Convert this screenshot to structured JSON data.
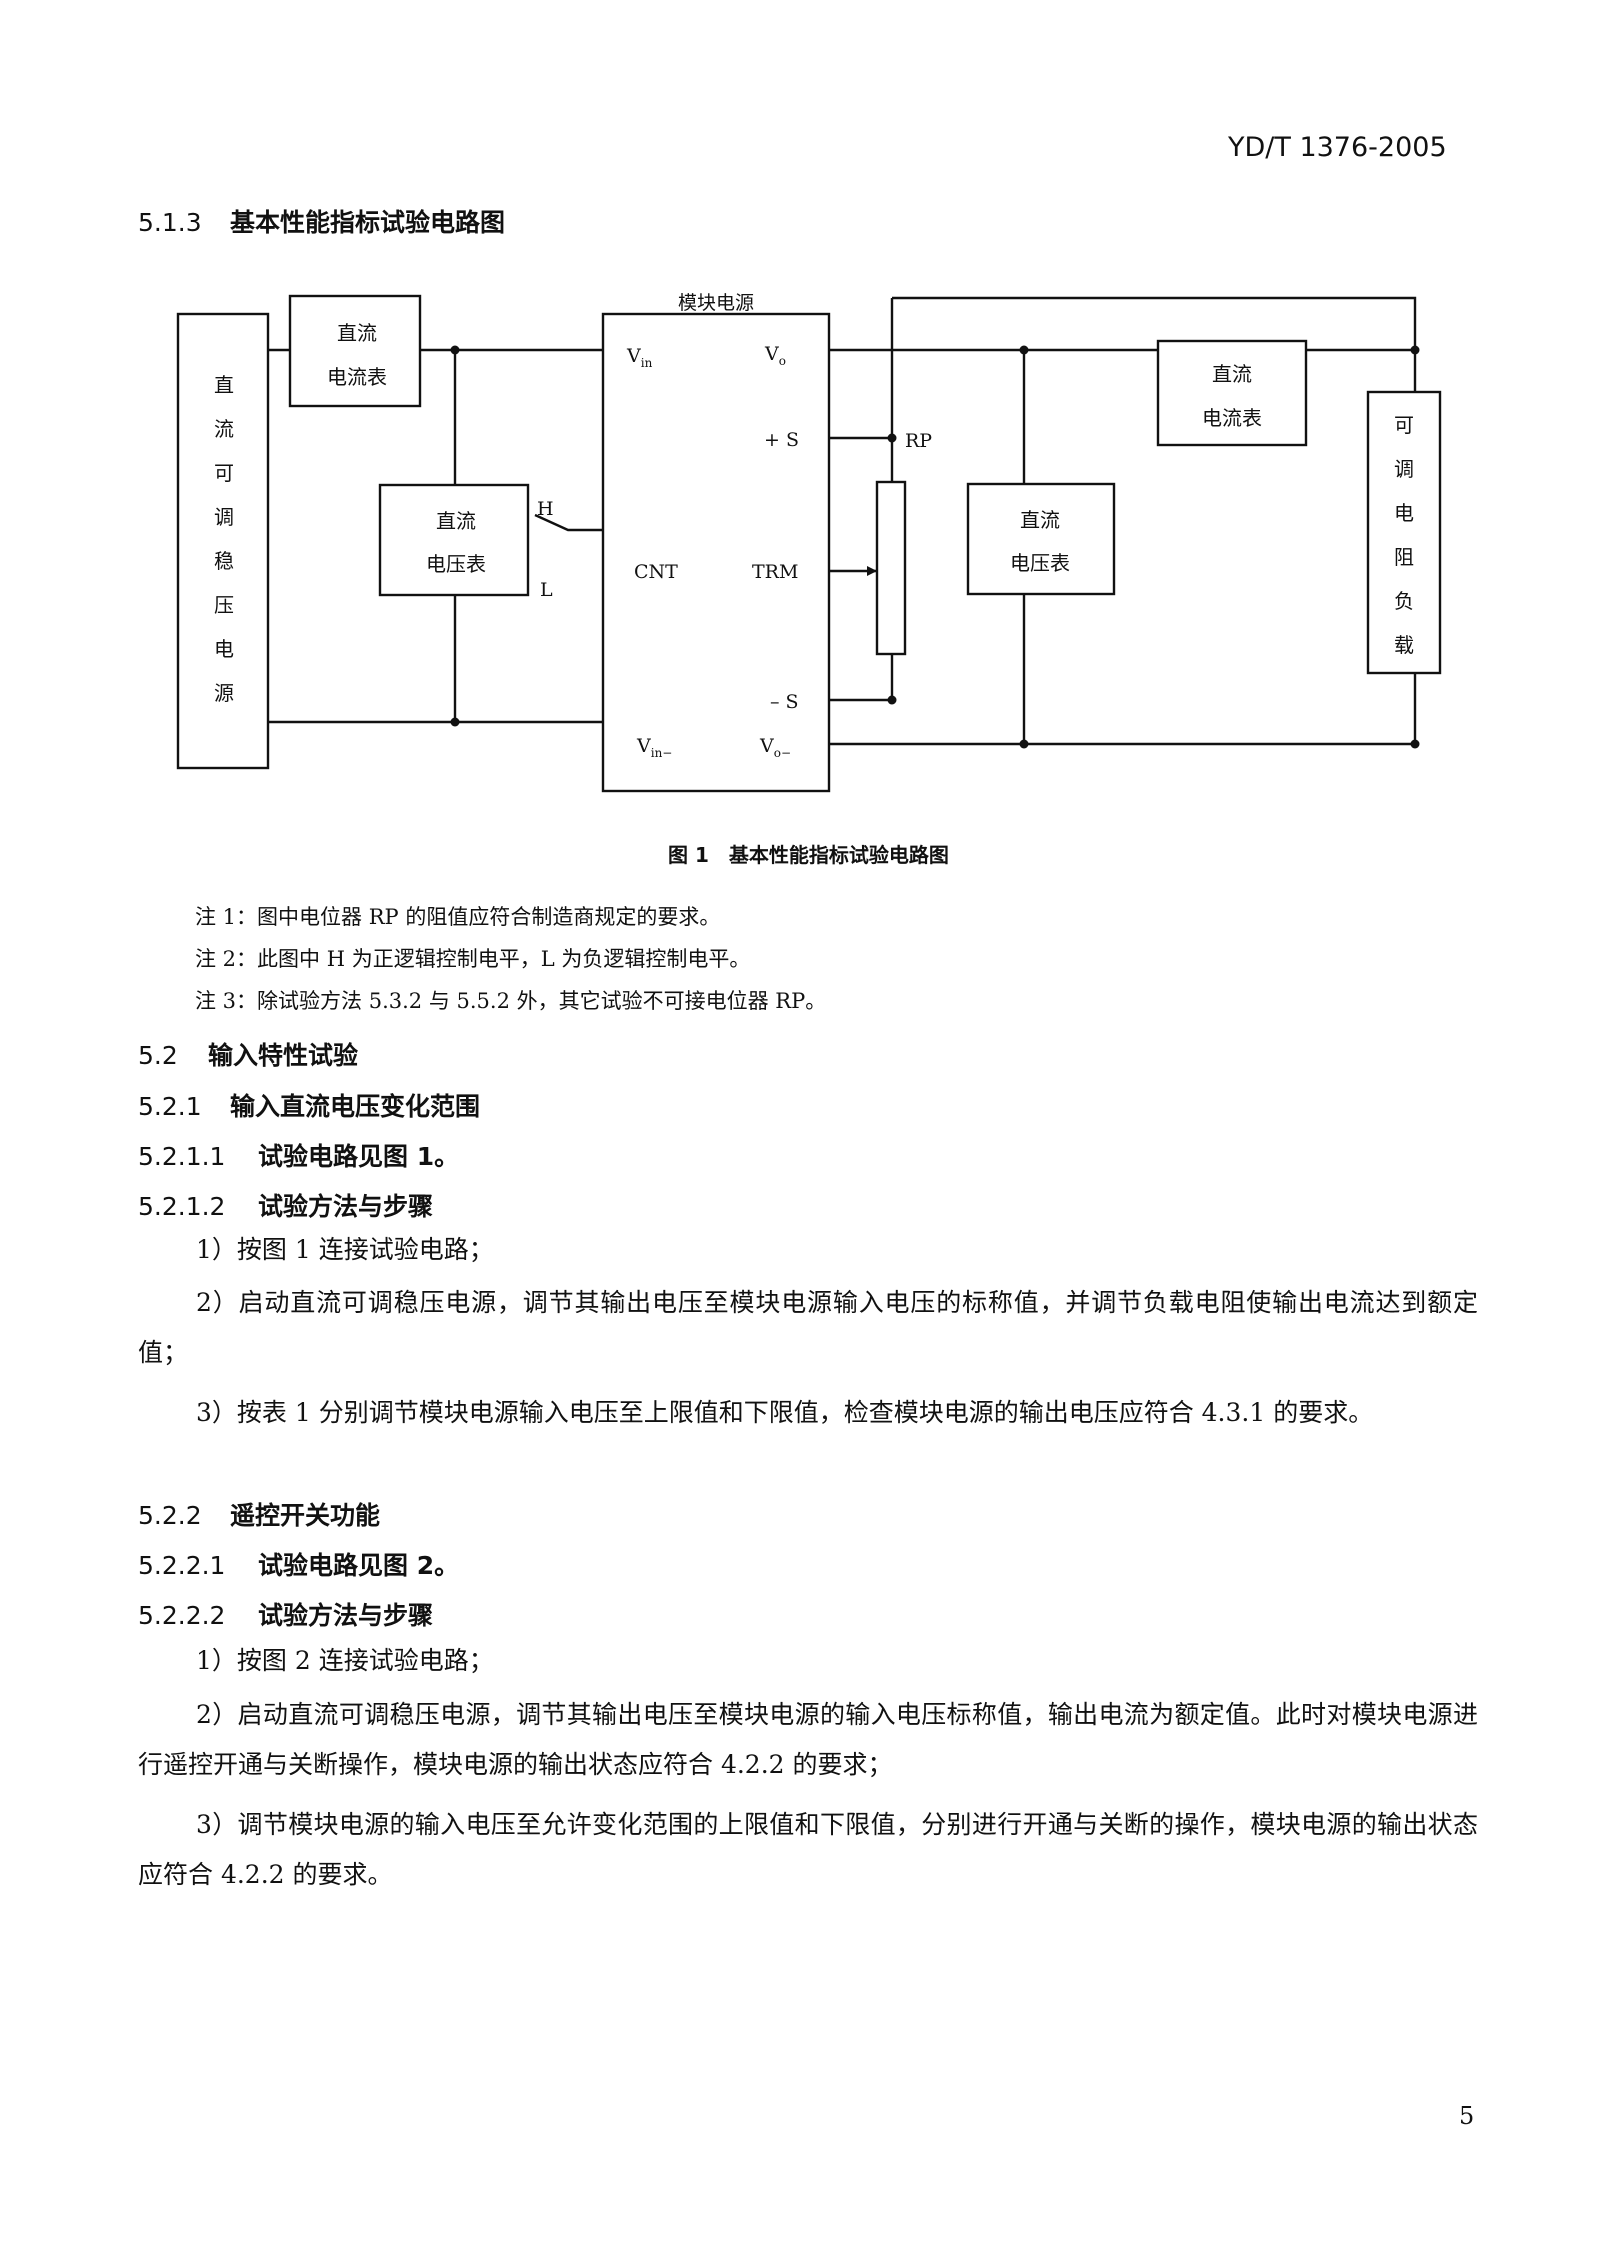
{
  "header": {
    "standard_id": "YD/T 1376-2005"
  },
  "section_513": {
    "number": "5.1.3",
    "title": "基本性能指标试验电路图"
  },
  "figure": {
    "module_label": "模块电源",
    "left_source": [
      "直",
      "流",
      "可",
      "调",
      "稳",
      "压",
      "电",
      "源"
    ],
    "ammeter_in": [
      "直流",
      "电流表"
    ],
    "voltmeter_in": [
      "直流",
      "电压表"
    ],
    "label_H": "H",
    "label_L": "L",
    "pin_vin_plus": "V",
    "pin_vin_plus_sub": "in",
    "pin_vin_minus": "V",
    "pin_vin_minus_sub": "in−",
    "pin_cnt": "CNT",
    "pin_vo_plus": "V",
    "pin_vo_plus_sub": "o",
    "pin_s_plus": "+ S",
    "pin_trm": "TRM",
    "pin_s_minus": "– S",
    "pin_vo_minus": "V",
    "pin_vo_minus_sub": "o−",
    "label_rp": "RP",
    "voltmeter_out": [
      "直流",
      "电压表"
    ],
    "ammeter_out": [
      "直流",
      "电流表"
    ],
    "load": [
      "可",
      "调",
      "电",
      "阻",
      "负",
      "载"
    ],
    "caption": "图 1　基本性能指标试验电路图"
  },
  "notes": [
    "注 1：图中电位器 RP 的阻值应符合制造商规定的要求。",
    "注 2：此图中 H 为正逻辑控制电平，L 为负逻辑控制电平。",
    "注 3：除试验方法 5.3.2 与 5.5.2 外，其它试验不可接电位器 RP。"
  ],
  "sec_52": {
    "number": "5.2",
    "title": "输入特性试验"
  },
  "sec_521": {
    "number": "5.2.1",
    "title": "输入直流电压变化范围"
  },
  "sec_5211": {
    "number": "5.2.1.1",
    "title": "试验电路见图 1。"
  },
  "sec_5212": {
    "number": "5.2.1.2",
    "title": "试验方法与步骤"
  },
  "steps_5212": [
    "1）按图 1 连接试验电路；",
    "2）启动直流可调稳压电源，调节其输出电压至模块电源输入电压的标称值，并调节负载电阻使输出电流达到额定值；",
    "3）按表 1 分别调节模块电源输入电压至上限值和下限值，检查模块电源的输出电压应符合 4.3.1 的要求。"
  ],
  "sec_522": {
    "number": "5.2.2",
    "title": "遥控开关功能"
  },
  "sec_5221": {
    "number": "5.2.2.1",
    "title": "试验电路见图 2。"
  },
  "sec_5222": {
    "number": "5.2.2.2",
    "title": "试验方法与步骤"
  },
  "steps_5222": [
    "1）按图 2 连接试验电路；",
    "2）启动直流可调稳压电源，调节其输出电压至模块电源的输入电压标称值，输出电流为额定值。此时对模块电源进行遥控开通与关断操作，模块电源的输出状态应符合 4.2.2 的要求；",
    "3）调节模块电源的输入电压至允许变化范围的上限值和下限值，分别进行开通与关断的操作，模块电源的输出状态应符合 4.2.2 的要求。"
  ],
  "page_number": "5"
}
